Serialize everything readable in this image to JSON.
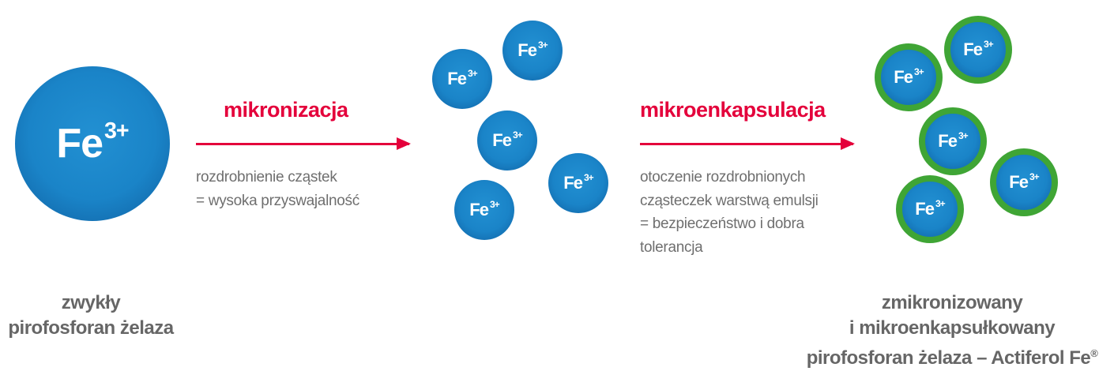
{
  "ion": {
    "symbol": "Fe",
    "charge": "3+"
  },
  "step1": {
    "title": "mikronizacja",
    "lines": [
      "rozdrobnienie cząstek",
      "= wysoka przyswajalność"
    ]
  },
  "step2": {
    "title": "mikroenkapsulacja",
    "lines": [
      "otoczenie rozdrobnionych",
      "cząsteczek warstwą emulsji",
      "= bezpieczeństwo i dobra",
      "tolerancja"
    ]
  },
  "left_label": [
    "zwykły",
    "pirofosforan żelaza"
  ],
  "right_label": [
    "zmikronizowany",
    "i mikroenkapsułkowany",
    "pirofosforan żelaza – Actiferol Fe",
    "®"
  ],
  "colors": {
    "accent": "#e4003b",
    "ball": "#1a84c8",
    "coating": "#3fa535",
    "text": "#666666"
  }
}
